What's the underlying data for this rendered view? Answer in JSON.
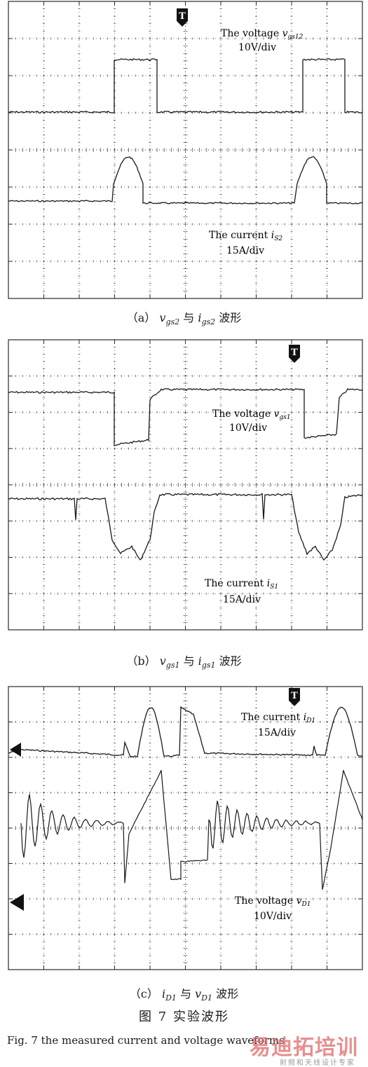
{
  "panels": [
    {
      "id": "a",
      "caption": {
        "label": "（a）",
        "v1": "v",
        "v1_sub": "gs2",
        "mid": " 与 ",
        "v2": "i",
        "v2_sub": "gs2",
        "suffix": " 波形"
      },
      "annotations": [
        {
          "line1_text": "The voltage ",
          "line1_var": "v",
          "line1_sub": "gs12",
          "line2": "10V/div"
        },
        {
          "line1_text": "The current  ",
          "line1_var": "i",
          "line1_sub": "S2",
          "line2": "15A/div"
        }
      ]
    },
    {
      "id": "b",
      "caption": {
        "label": "（b）",
        "v1": "v",
        "v1_sub": "gs1",
        "mid": " 与 ",
        "v2": "i",
        "v2_sub": "gs1",
        "suffix": " 波形"
      },
      "annotations": [
        {
          "line1_text": "The voltage ",
          "line1_var": "v",
          "line1_sub": "gs1",
          "line2": "10V/div"
        },
        {
          "line1_text": "The current  ",
          "line1_var": "i",
          "line1_sub": "S1",
          "line2": "15A/div"
        }
      ]
    },
    {
      "id": "c",
      "caption": {
        "label": "（c）",
        "v1": "i",
        "v1_sub": "D1",
        "mid": " 与 ",
        "v2": "v",
        "v2_sub": "D1",
        "suffix": " 波形"
      },
      "annotations": [
        {
          "line1_text": "The current  ",
          "line1_var": "i",
          "line1_sub": "D1",
          "line2": "15A/div"
        },
        {
          "line1_text": "The voltage ",
          "line1_var": "v",
          "line1_sub": "D1",
          "line2": "10V/div"
        }
      ]
    }
  ],
  "trigger_marker": "T",
  "figure_number": "图 7    实验波形",
  "figure_caption_en": "Fig. 7  the measured current and voltage waveforms",
  "watermark": {
    "main": "易迪拓培训",
    "sub": "射频和天线设计专家"
  },
  "colors": {
    "trace": "#1a1a1a",
    "grid": "#2a2a2a",
    "watermark": "#e06a6a"
  }
}
